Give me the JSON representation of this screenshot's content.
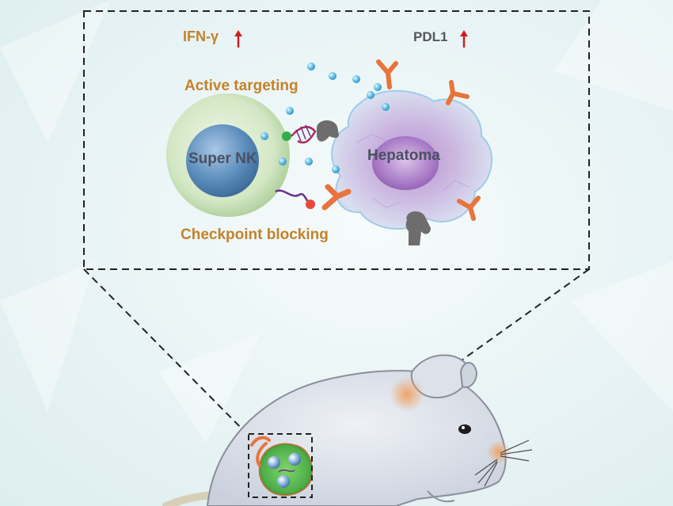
{
  "labels": {
    "ifn": "IFN-γ",
    "pdl1": "PDL1",
    "active_targeting": "Active targeting",
    "super_nk": "Super NK",
    "hepatoma": "Hepatoma",
    "checkpoint_blocking": "Checkpoint blocking"
  },
  "colors": {
    "background": "#e9f5f6",
    "label_orange": "#c4822a",
    "arrow_red": "#d11f1f",
    "antibody_orange": "#e8743c",
    "receptor_gray": "#6d6d6d",
    "nk_outer_green": "#cfe6bf",
    "nk_nucleus_blue": "#4f7fae",
    "hepatoma_lilac": "#c8b6de",
    "nanoparticle_blue": "#5ab8e0",
    "mouse_body": "#dde2ea",
    "tumor_green": "#5cbf5a"
  }
}
